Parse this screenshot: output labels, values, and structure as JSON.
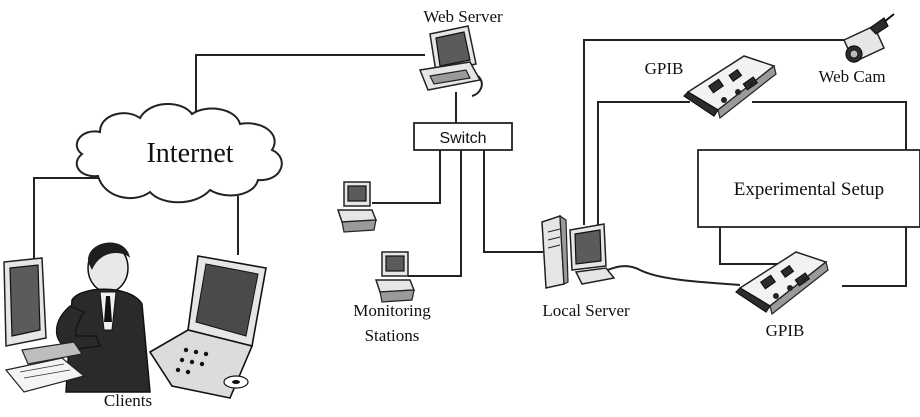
{
  "labels": {
    "web_server": "Web Server",
    "internet": "Internet",
    "switch": "Switch",
    "gpib_top": "GPIB",
    "web_cam": "Web Cam",
    "experimental_setup": "Experimental Setup",
    "monitoring_line1": "Monitoring",
    "monitoring_line2": "Stations",
    "local_server": "Local Server",
    "gpib_bottom": "GPIB",
    "clients": "Clients"
  },
  "icons": [
    "web-server-computer-icon",
    "internet-cloud-icon",
    "switch-box",
    "monitoring-station-computer-icon",
    "local-server-tower-icon",
    "gpib-card-icon",
    "web-cam-icon",
    "client-person-icon",
    "client-laptop-icon"
  ]
}
